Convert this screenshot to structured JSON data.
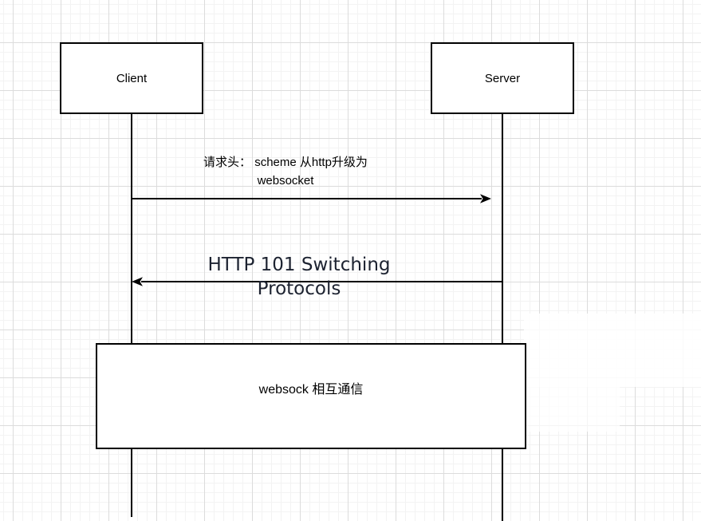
{
  "diagram": {
    "actors": [
      {
        "id": "client",
        "label": "Client"
      },
      {
        "id": "server",
        "label": "Server"
      }
    ],
    "messages": [
      {
        "from": "Client",
        "to": "Server",
        "direction": "right",
        "label": "请求头： scheme 从http升级为\nwebsocket"
      },
      {
        "from": "Server",
        "to": "Client",
        "direction": "left",
        "label": "HTTP 101 Switching Protocols"
      }
    ],
    "note": {
      "label": "websock 相互通信"
    }
  },
  "colors": {
    "shape_stroke": "#000000",
    "shape_fill": "#ffffff",
    "grid_minor": "#f3f3f3",
    "grid_major": "#dcdcdc",
    "response_label_text": "#1c2230"
  }
}
